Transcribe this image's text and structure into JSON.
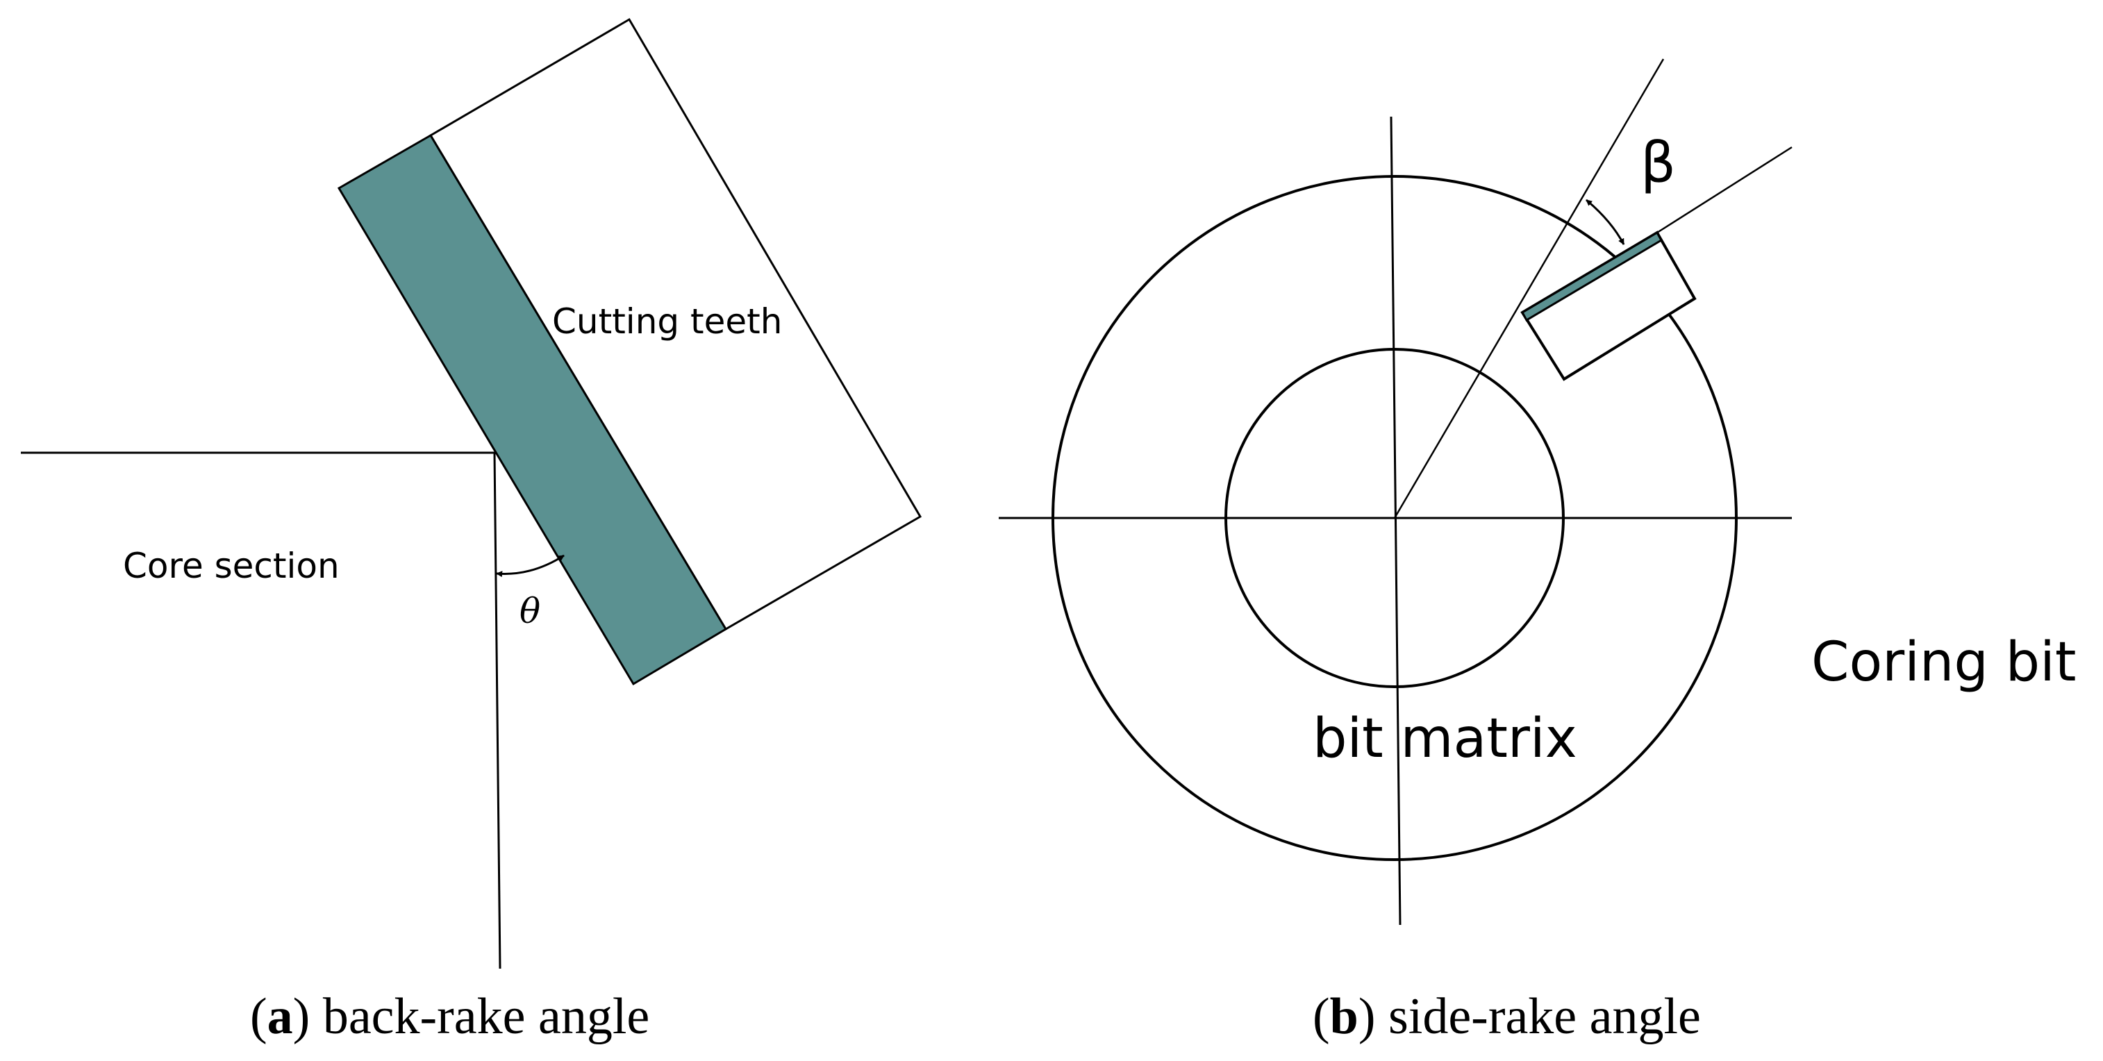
{
  "panel_a": {
    "label_cutting_teeth": "Cutting teeth",
    "label_core_section": "Core section",
    "angle_symbol": "θ",
    "caption_letter": "a",
    "caption_text": " back-rake angle",
    "colors": {
      "cutter": "#5b9191",
      "stroke": "#000000"
    }
  },
  "panel_b": {
    "angle_symbol": "β",
    "label_coring_bit": "Coring bit",
    "label_bit_matrix": "bit matrix",
    "caption_letter": "b",
    "caption_text": " side-rake angle",
    "colors": {
      "cutter": "#5b9191",
      "stroke": "#000000"
    }
  }
}
